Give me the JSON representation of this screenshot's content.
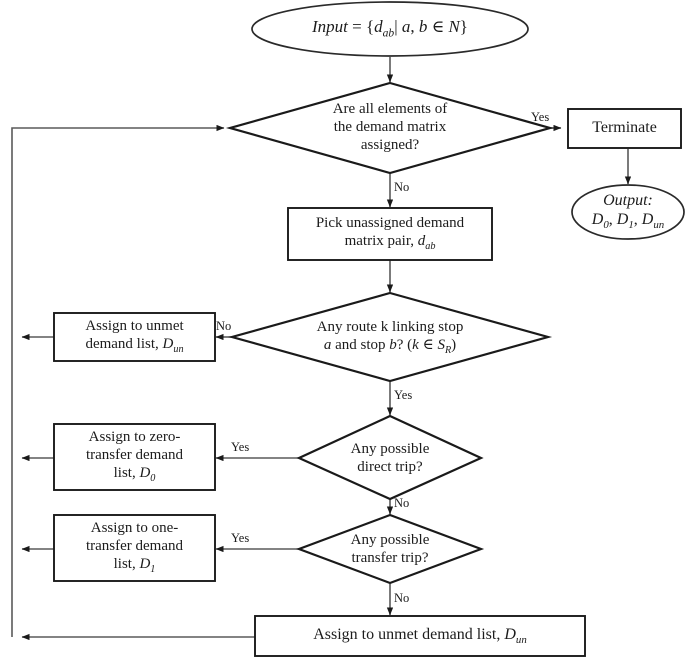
{
  "diagram": {
    "title": "Demand matrix assignment flowchart",
    "colors": {
      "background": "#ffffff",
      "shape_stroke": "#1a1a1a",
      "connector_stroke": "#5a5a5a",
      "text": "#1c1c1c"
    },
    "nodes": [
      {
        "id": "input",
        "type": "terminator-ellipse",
        "lines": [
          "Input = {dab| a, b ∈ N}"
        ],
        "text_plain": "Input = {d_ab| a, b ∈ N}"
      },
      {
        "id": "decision-all-assigned",
        "type": "decision-diamond",
        "lines": [
          "Are all elements of",
          "the demand matrix",
          "assigned?"
        ],
        "text_plain": "Are all elements of the demand matrix assigned?"
      },
      {
        "id": "terminate",
        "type": "process-box",
        "lines": [
          "Terminate"
        ],
        "text_plain": "Terminate"
      },
      {
        "id": "output",
        "type": "terminator-ellipse",
        "lines": [
          "Output:",
          "D0, D1, Dun"
        ],
        "text_plain": "Output: D_0, D_1, D_un"
      },
      {
        "id": "pick-pair",
        "type": "process-box",
        "lines": [
          "Pick unassigned demand",
          "matrix pair, dab"
        ],
        "text_plain": "Pick unassigned demand matrix pair, d_ab"
      },
      {
        "id": "decision-route",
        "type": "decision-diamond",
        "lines": [
          "Any route k linking stop",
          "a and stop b? (k ∈ SR)"
        ],
        "text_plain": "Any route k linking stop a and stop b? (k ∈ S_R)"
      },
      {
        "id": "assign-unmet-top",
        "type": "process-box",
        "lines": [
          "Assign to unmet",
          "demand list, Dun"
        ],
        "text_plain": "Assign to unmet demand list, D_un"
      },
      {
        "id": "decision-direct",
        "type": "decision-diamond",
        "lines": [
          "Any possible",
          "direct trip?"
        ],
        "text_plain": "Any possible direct trip?"
      },
      {
        "id": "assign-zero-transfer",
        "type": "process-box",
        "lines": [
          "Assign to zero-",
          "transfer demand",
          "list, D0"
        ],
        "text_plain": "Assign to zero-transfer demand list, D_0"
      },
      {
        "id": "decision-transfer",
        "type": "decision-diamond",
        "lines": [
          "Any possible",
          "transfer trip?"
        ],
        "text_plain": "Any possible transfer trip?"
      },
      {
        "id": "assign-one-transfer",
        "type": "process-box",
        "lines": [
          "Assign to one-",
          "transfer demand",
          "list, D1"
        ],
        "text_plain": "Assign to one-transfer demand list, D_1"
      },
      {
        "id": "assign-unmet-bottom",
        "type": "process-box",
        "lines": [
          "Assign to unmet demand list, Dun"
        ],
        "text_plain": "Assign to unmet demand list, D_un"
      }
    ],
    "edge_labels": {
      "all_assigned_yes": "Yes",
      "all_assigned_no": "No",
      "route_no": "No",
      "route_yes": "Yes",
      "direct_yes": "Yes",
      "direct_no": "No",
      "transfer_yes": "Yes",
      "transfer_no": "No"
    }
  }
}
